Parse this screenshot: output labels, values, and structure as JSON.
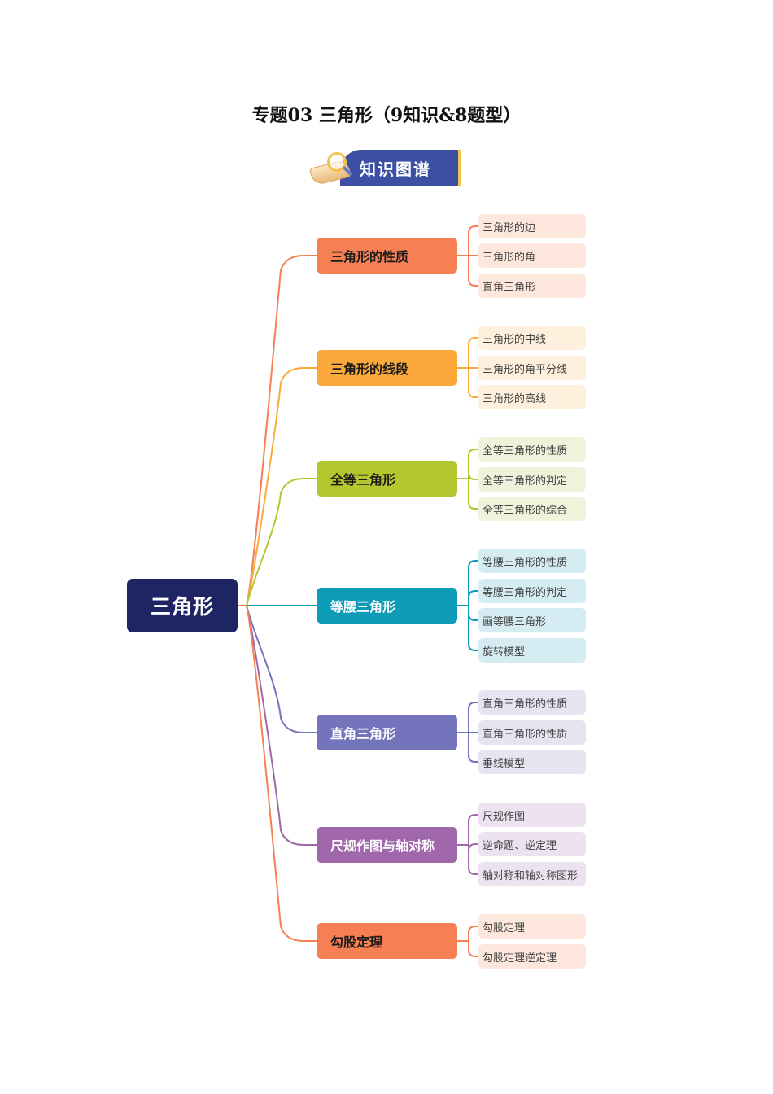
{
  "page": {
    "title": "专题03  三角形（9知识&8题型）",
    "banner_label": "知识图谱",
    "banner_icon": "book-magnifier-icon"
  },
  "mindmap": {
    "root": {
      "label": "三角形",
      "color": "#1e2562",
      "text_color": "#ffffff"
    },
    "branches": [
      {
        "label": "三角形的性质",
        "color": "#f77f54",
        "text_color": "#1a1a1a",
        "leaf_bg": "#fde7dd",
        "leaves": [
          "三角形的边",
          "三角形的角",
          "直角三角形"
        ]
      },
      {
        "label": "三角形的线段",
        "color": "#fba93a",
        "text_color": "#1a1a1a",
        "leaf_bg": "#fef0dc",
        "leaves": [
          "三角形的中线",
          "三角形的角平分线",
          "三角形的高线"
        ]
      },
      {
        "label": "全等三角形",
        "color": "#b4c72f",
        "text_color": "#1a1a1a",
        "leaf_bg": "#eff3dc",
        "leaves": [
          "全等三角形的性质",
          "全等三角形的判定",
          "全等三角形的综合"
        ]
      },
      {
        "label": "等腰三角形",
        "color": "#0d9bb8",
        "text_color": "#ffffff",
        "leaf_bg": "#d4ecf2",
        "leaves": [
          "等腰三角形的性质",
          "等腰三角形的判定",
          "画等腰三角形",
          "旋转模型"
        ]
      },
      {
        "label": "直角三角形",
        "color": "#7474bd",
        "text_color": "#ffffff",
        "leaf_bg": "#e5e5f2",
        "leaves": [
          "直角三角形的性质",
          "直角三角形的性质",
          "垂线模型"
        ]
      },
      {
        "label": "尺规作图与轴对称",
        "color": "#a067ab",
        "text_color": "#ffffff",
        "leaf_bg": "#ede2ef",
        "leaves": [
          "尺规作图",
          "逆命题、逆定理",
          "轴对称和轴对称图形"
        ]
      },
      {
        "label": "勾股定理",
        "color": "#f77f54",
        "text_color": "#1a1a1a",
        "leaf_bg": "#fde7dd",
        "leaves": [
          "勾股定理",
          "勾股定理逆定理"
        ]
      }
    ]
  }
}
